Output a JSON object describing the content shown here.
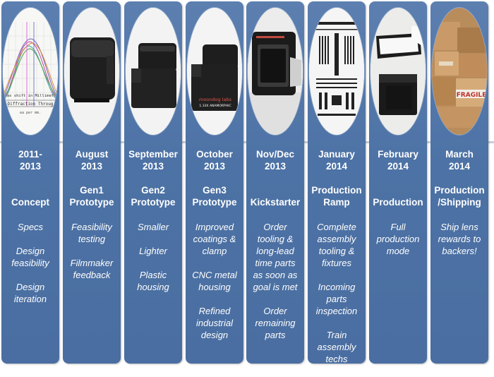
{
  "columns": [
    {
      "id": "concept",
      "date": [
        "2011-",
        "2013"
      ],
      "stage": [
        "Concept"
      ],
      "items": [
        [
          "Specs"
        ],
        [
          "Design",
          "feasibility"
        ],
        [
          "Design",
          "iteration"
        ]
      ],
      "image_text": [
        "as shift in Millimet",
        "Diffraction Throug",
        "ea per mm."
      ]
    },
    {
      "id": "gen1",
      "date": [
        "August",
        "2013"
      ],
      "stage": [
        "Gen1",
        "Prototype"
      ],
      "items": [
        [
          "Feasibility",
          "testing"
        ],
        [
          "Filmmaker",
          "feedback"
        ]
      ]
    },
    {
      "id": "gen2",
      "date": [
        "September",
        "2013"
      ],
      "stage": [
        "Gen2",
        "Prototype"
      ],
      "items": [
        [
          "Smaller"
        ],
        [
          "Lighter"
        ],
        [
          "Plastic",
          "housing"
        ]
      ]
    },
    {
      "id": "gen3",
      "date": [
        "October",
        "2013"
      ],
      "stage": [
        "Gen3",
        "Prototype"
      ],
      "items": [
        [
          "Improved",
          "coatings &",
          "clamp"
        ],
        [
          "CNC metal",
          "housing"
        ],
        [
          "Refined",
          "industrial",
          "design"
        ]
      ],
      "image_text": [
        "moondog labs",
        "1.33X ANAMORPHIC"
      ]
    },
    {
      "id": "kickstarter",
      "date": [
        "Nov/Dec",
        "2013"
      ],
      "stage": [
        "Kickstarter"
      ],
      "items": [
        [
          "Order",
          "tooling &",
          "long-lead",
          "time parts",
          "as soon as",
          "goal is met"
        ],
        [
          "Order",
          "remaining",
          "parts"
        ]
      ]
    },
    {
      "id": "ramp",
      "date": [
        "January",
        "2014"
      ],
      "stage": [
        "Production",
        "Ramp"
      ],
      "items": [
        [
          "Complete",
          "assembly",
          "tooling &",
          "fixtures"
        ],
        [
          "Incoming",
          "parts",
          "inspection"
        ],
        [
          "Train",
          "assembly",
          "techs"
        ]
      ]
    },
    {
      "id": "production",
      "date": [
        "February",
        "2014"
      ],
      "stage": [
        "Production"
      ],
      "items": [
        [
          "Full",
          "production",
          "mode"
        ]
      ]
    },
    {
      "id": "shipping",
      "date": [
        "March",
        "2014"
      ],
      "stage": [
        "Production",
        "/Shipping"
      ],
      "items": [
        [
          "Ship lens",
          "rewards to",
          "backers!"
        ]
      ],
      "image_text": [
        "FRAGILE"
      ]
    }
  ]
}
